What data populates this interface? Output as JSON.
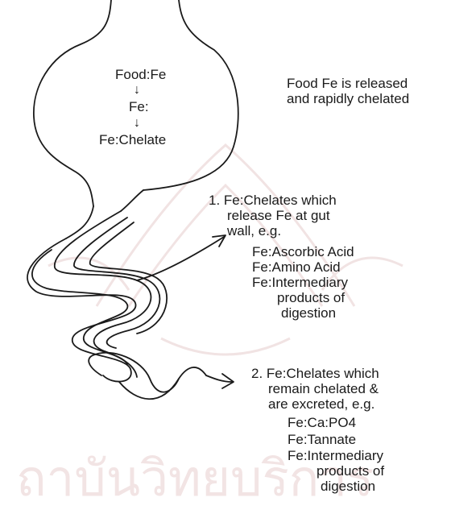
{
  "stomach": {
    "step1": "Food:Fe",
    "step2": "Fe:",
    "step3": "Fe:Chelate",
    "arrow": "↓"
  },
  "caption": {
    "line1": "Food Fe is released",
    "line2": "and rapidly chelated"
  },
  "absorbed": {
    "lines": [
      "1. Fe:Chelates which",
      "release Fe at gut",
      "wall, e.g.",
      "Fe:Ascorbic Acid",
      "Fe:Amino Acid",
      "Fe:Intermediary",
      "products of",
      "digestion"
    ]
  },
  "excreted": {
    "lines": [
      "2. Fe:Chelates which",
      "remain chelated &",
      "are excreted, e.g.",
      "Fe:Ca:PO4",
      "Fe:Tannate",
      "Fe:Intermediary",
      "products of",
      "digestion"
    ]
  },
  "watermark": {
    "text": "ถาบันวิทยบริการ"
  },
  "colors": {
    "ink": "#1a1a1a",
    "watermark": "#f2e4e4"
  }
}
